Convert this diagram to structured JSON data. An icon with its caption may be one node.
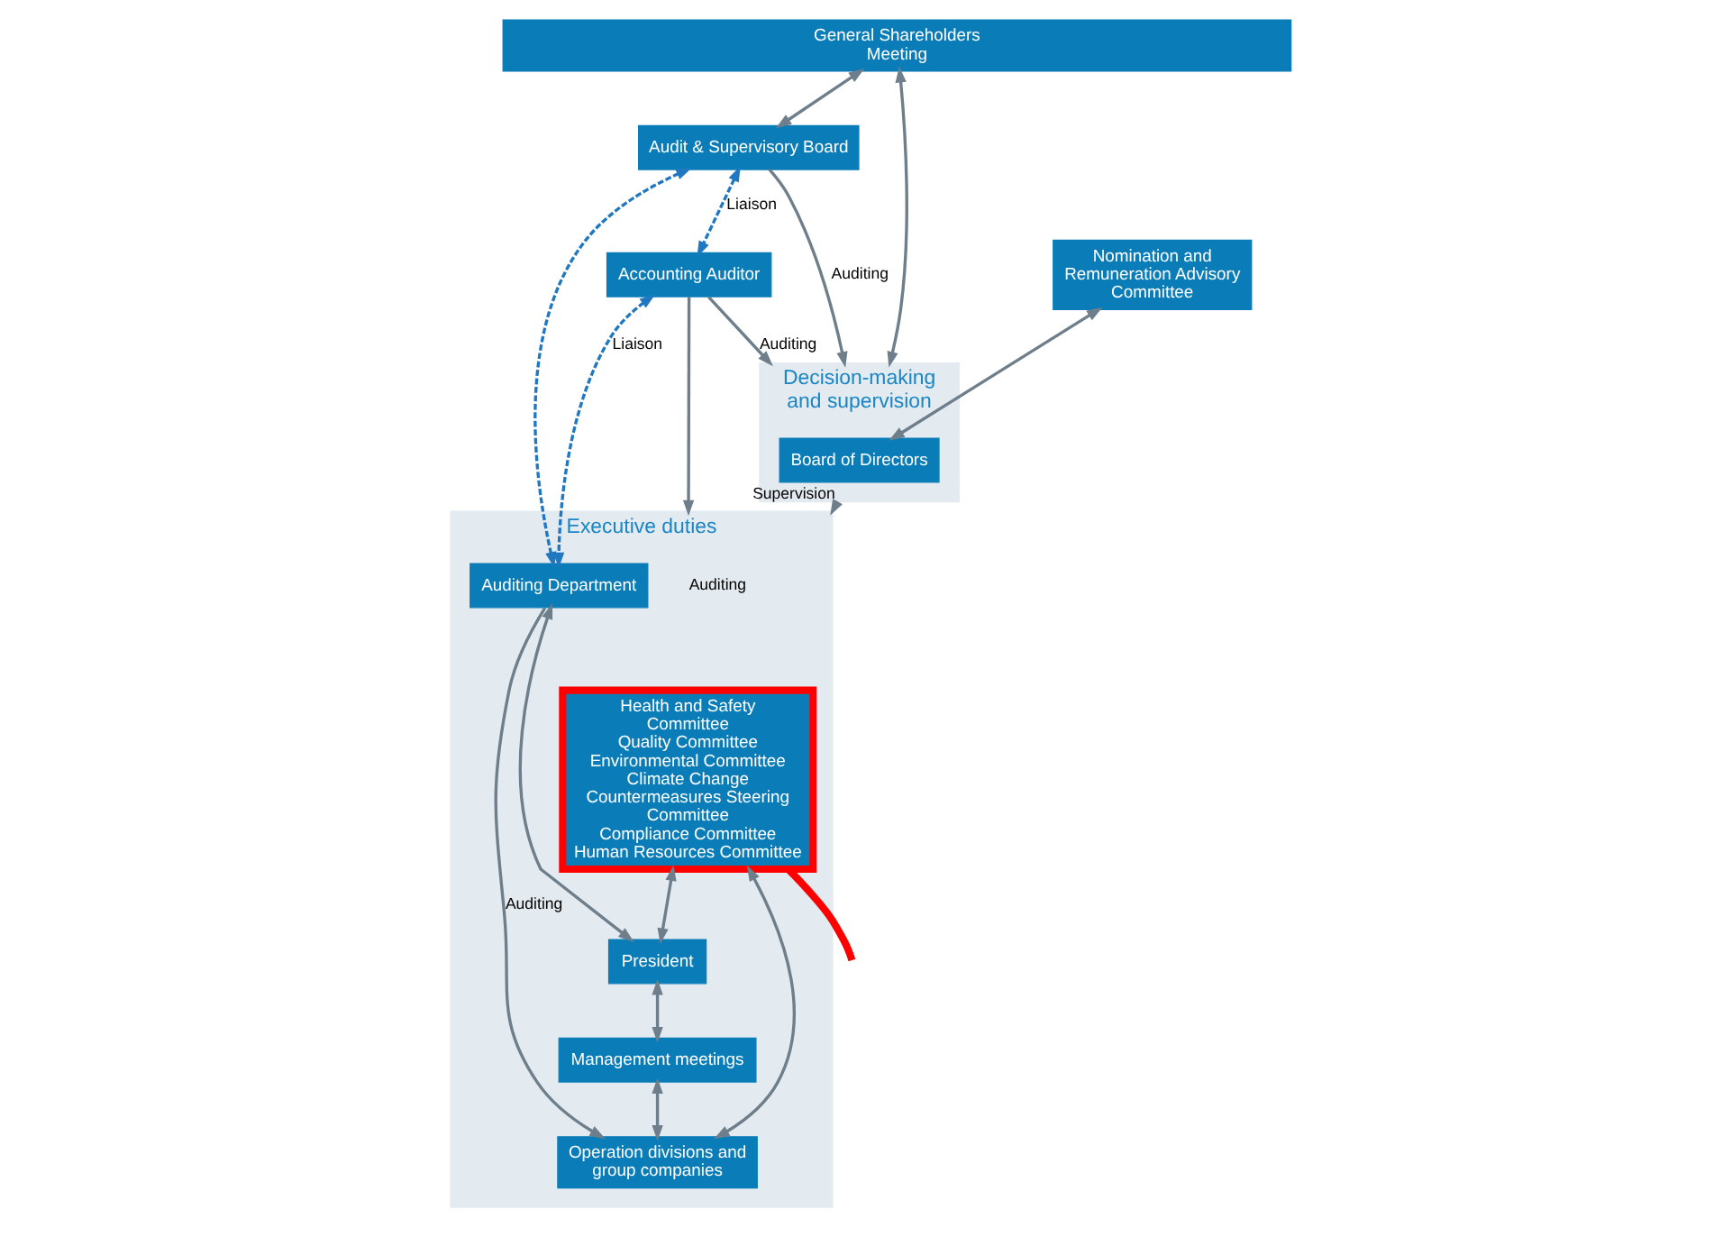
{
  "diagram": {
    "nodes": [
      {
        "text": [
          "General Shareholders Meeting"
        ]
      },
      {
        "text": [
          "Decision-making and supervision"
        ]
      },
      {
        "text": [
          "Board of Directors"
        ],
        "in": 1
      },
      {
        "text": [
          "Nomination and Remuneration Advisory Committee"
        ]
      },
      {
        "text": [
          "Audit & Supervisory Board"
        ]
      },
      {
        "text": [
          "Accounting Auditor"
        ]
      },
      {
        "text": [
          "Executive duties"
        ]
      },
      {
        "text": [
          "Health and Safety Committee",
          "Quality Committee",
          "Environmental Committee",
          "Climate Change Countermeasures Steering Committee",
          "Compliance Committee",
          "Human Resources Committee"
        ],
        "in": 6
      },
      {
        "text": [
          "President"
        ],
        "in": 6
      },
      {
        "text": [
          "Management meetings"
        ],
        "in": 6
      },
      {
        "text": [
          "Operation divisions and group companies"
        ],
        "in": 6
      },
      {
        "text": [
          "Auditing Department"
        ],
        "in": 6
      }
    ],
    "edges": [
      {
        "from": 0,
        "to": 1,
        "arrow": "both"
      },
      {
        "from": 0,
        "to": 4,
        "arrow": "both"
      },
      {
        "from": 4,
        "to": 1,
        "arrow": "to",
        "label": "Auditing"
      },
      {
        "from": 3,
        "to": 2,
        "arrow": "both"
      },
      {
        "from": 4,
        "to": 5,
        "arrow": "both",
        "label": "Liaison",
        "style": "dashed",
        "color": "#1f78c1"
      },
      {
        "from": 5,
        "to": 1,
        "arrow": "to",
        "label": "Auditing"
      },
      {
        "from": 1,
        "to": 6,
        "arrow": "to",
        "label": "Supervision"
      },
      {
        "from": 5,
        "to": 6,
        "arrow": "to",
        "label": "Auditing"
      },
      {
        "from": 5,
        "to": 11,
        "arrow": "both",
        "label": "Liaison",
        "style": "dashed",
        "color": "#1f78c1"
      },
      {
        "from": 4,
        "to": 11,
        "arrow": "both",
        "style": "dashed",
        "color": "#1f78c1"
      },
      {
        "from": 7,
        "to": 8,
        "arrow": "both"
      },
      {
        "from": 8,
        "to": 9,
        "arrow": "both"
      },
      {
        "from": 11,
        "to": 8,
        "arrow": "both"
      },
      {
        "from": 9,
        "to": 10,
        "arrow": "both"
      },
      {
        "from": 7,
        "to": 10,
        "arrow": "both"
      },
      {
        "from": 11,
        "to": 10,
        "arrow": "to",
        "label": "Auditing"
      },
      {
        "from": 7,
        "to": null,
        "arrow": "none",
        "style": "thick",
        "color": "#ff0000"
      }
    ]
  }
}
